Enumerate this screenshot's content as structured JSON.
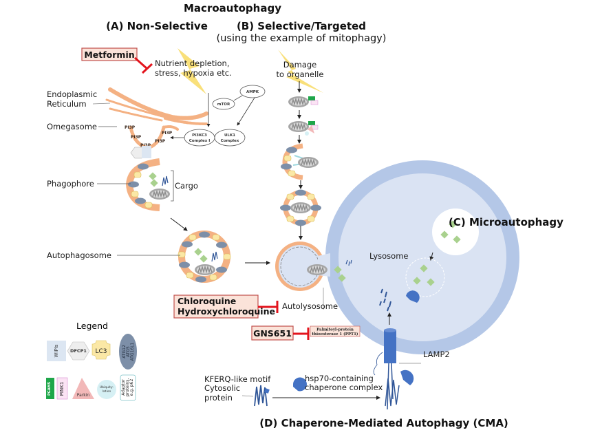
{
  "titles": {
    "main": "Macroautophagy",
    "a": "(A) Non-Selective",
    "b": "(B) Selective/Targeted",
    "b_sub": "(using the example of mitophagy)",
    "c": "(C) Microautophagy",
    "d": "(D) Chaperone-Mediated Autophagy (CMA)"
  },
  "labels": {
    "nutrient_line1": "Nutrient depletion,",
    "nutrient_line2": "stress, hypoxia etc.",
    "damage_line1": "Damage",
    "damage_line2": "to organelle",
    "er_line1": "Endoplasmic",
    "er_line2": "Reticulum",
    "omegasome": "Omegasome",
    "phagophore": "Phagophore",
    "cargo": "Cargo",
    "autophagosome": "Autophagosome",
    "autolysosome": "Autolysosome",
    "lysosome": "Lysosome",
    "lamp2": "LAMP2",
    "kferq": "KFERQ-like motif",
    "cytosolic_line1": "Cytosolic",
    "cytosolic_line2": "protein",
    "hsp70_line1": "hsp70-containing",
    "hsp70_line2": "chaperone complex",
    "pi3p": "PI3P"
  },
  "signaling": {
    "ampk": "AMPK",
    "mtor": "mTOR",
    "pi3kc3_line1": "PI3KC3",
    "pi3kc3_line2": "Complex I",
    "ulk1_line1": "ULK1",
    "ulk1_line2": "Complex"
  },
  "drugs": {
    "metformin": "Metformin",
    "chloroquine_line1": "Chloroquine",
    "chloroquine_line2": "Hydroxychloroquine",
    "gns651": "GNS651",
    "ppt1_line1": "Palmitoyl-protein",
    "ppt1_line2": "thioesterase 1 (PPT1)"
  },
  "legend": {
    "title": "Legend",
    "items": [
      {
        "label": "WIPIs",
        "shape": "rectangle",
        "color": "#dce6f2"
      },
      {
        "label": "DFCP1",
        "shape": "hexagon",
        "color": "#eeeeee"
      },
      {
        "label": "LC3",
        "shape": "notched-square",
        "color": "#fbe8a6"
      },
      {
        "label_lines": [
          "ATG12",
          "ATG5",
          "ATG16L1"
        ],
        "shape": "ellipse",
        "color": "#7d8fa8"
      },
      {
        "label": "PGAM5",
        "shape": "rectangle",
        "color": "#1fa64a"
      },
      {
        "label": "PINK1",
        "shape": "rectangle",
        "color": "#fbe3f4"
      },
      {
        "label": "Parkin",
        "shape": "triangle",
        "color": "#f2b8b8"
      },
      {
        "label_lines": [
          "Ubiquity-",
          "lation"
        ],
        "shape": "circle",
        "color": "#d6f0f4"
      },
      {
        "label_lines": [
          "Adaptor",
          "proteins,",
          "e.g. p62"
        ],
        "shape": "rounded-rectangle",
        "color": "#ffffff"
      }
    ]
  },
  "colors": {
    "inhibitor": "#e3141d",
    "drug_box_fill": "#fbe3d9",
    "drug_box_stroke": "#c0504d",
    "membrane": "#f4b183",
    "lysosome_outer": "#b4c7e7",
    "lysosome_inner": "#dae3f3",
    "lightning": "#f9e07a",
    "cargo_green": "#a9d18e",
    "protein_blue": "#2f5597",
    "lamp2_blue": "#4472c4"
  }
}
